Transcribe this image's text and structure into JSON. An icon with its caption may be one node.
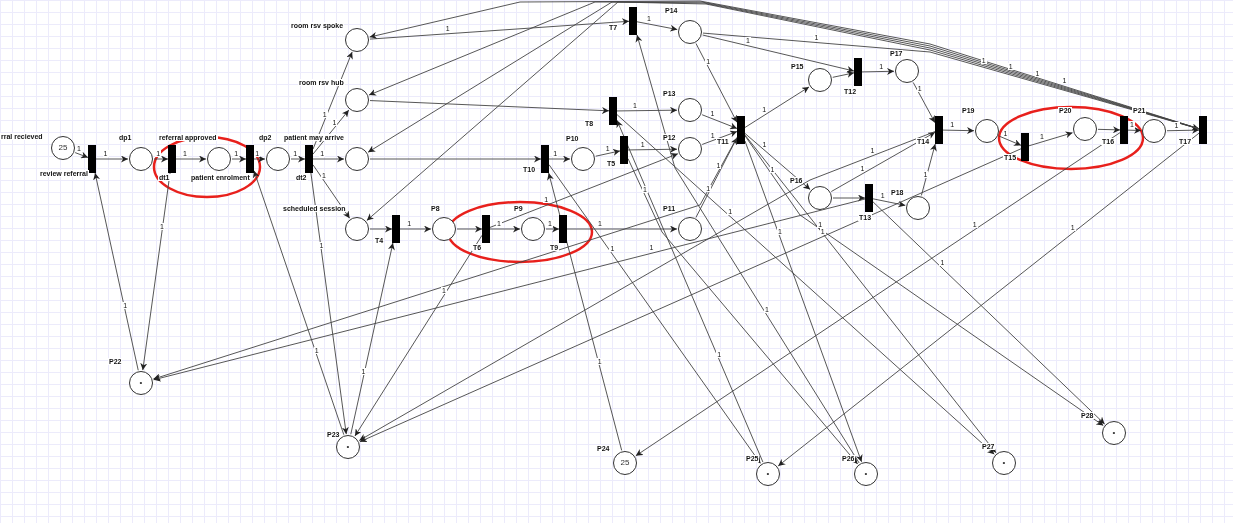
{
  "diagram": {
    "nodes": [
      {
        "text": [
          "25"
        ],
        "beside": [
          "rral recieved"
        ]
      },
      {
        "text": [],
        "shape": "bar",
        "beside": [
          "review referral"
        ]
      },
      {
        "text": [],
        "shape": "circle",
        "beside": [
          "dp1"
        ]
      },
      {
        "text": [],
        "shape": "bar",
        "beside": [
          "dt1"
        ]
      },
      {
        "text": [],
        "shape": "circle",
        "beside": [
          "referral approved"
        ]
      },
      {
        "text": [],
        "shape": "bar",
        "beside": [
          "patient enrolment"
        ]
      },
      {
        "text": [],
        "shape": "circle",
        "beside": [
          "dp2"
        ]
      },
      {
        "text": [],
        "shape": "bar",
        "beside": [
          "dt2"
        ]
      },
      {
        "text": [],
        "shape": "circle",
        "beside": [
          "patient may arrive"
        ]
      },
      {
        "text": [],
        "shape": "circle",
        "beside": [
          "room rsv spoke"
        ]
      },
      {
        "text": [],
        "shape": "circle",
        "beside": [
          "room rsv hub"
        ]
      },
      {
        "text": [],
        "shape": "circle",
        "beside": [
          "scheduled session"
        ]
      },
      {
        "text": [],
        "shape": "bar",
        "beside": [
          "T4"
        ]
      },
      {
        "text": [],
        "shape": "circle",
        "beside": [
          "P8"
        ]
      },
      {
        "text": [],
        "shape": "bar",
        "beside": [
          "T6"
        ]
      },
      {
        "text": [],
        "shape": "circle",
        "beside": [
          "P9"
        ]
      },
      {
        "text": [],
        "shape": "bar",
        "beside": [
          "T9"
        ]
      },
      {
        "text": [],
        "shape": "circle",
        "beside": [
          "P11"
        ]
      },
      {
        "text": [],
        "shape": "bar",
        "beside": [
          "T10"
        ]
      },
      {
        "text": [],
        "shape": "circle",
        "beside": [
          "P10"
        ]
      },
      {
        "text": [],
        "shape": "bar",
        "beside": [
          "T5"
        ]
      },
      {
        "text": [],
        "shape": "circle",
        "beside": [
          "P12"
        ]
      },
      {
        "text": [],
        "shape": "bar",
        "beside": [
          "T8"
        ]
      },
      {
        "text": [],
        "shape": "circle",
        "beside": [
          "P13"
        ]
      },
      {
        "text": [],
        "shape": "bar",
        "beside": [
          "T7"
        ]
      },
      {
        "text": [],
        "shape": "circle",
        "beside": [
          "P14"
        ]
      },
      {
        "text": [],
        "shape": "bar",
        "beside": [
          "T11"
        ]
      },
      {
        "text": [],
        "shape": "circle",
        "beside": [
          "P15"
        ]
      },
      {
        "text": [],
        "shape": "bar",
        "beside": [
          "T12"
        ]
      },
      {
        "text": [],
        "shape": "circle",
        "beside": [
          "P17"
        ]
      },
      {
        "text": [],
        "shape": "circle",
        "beside": [
          "P16"
        ]
      },
      {
        "text": [],
        "shape": "bar",
        "beside": [
          "T13"
        ]
      },
      {
        "text": [],
        "shape": "circle",
        "beside": [
          "P18"
        ]
      },
      {
        "text": [],
        "shape": "bar",
        "beside": [
          "T14"
        ]
      },
      {
        "text": [],
        "shape": "circle",
        "beside": [
          "P19"
        ]
      },
      {
        "text": [],
        "shape": "bar",
        "beside": [
          "T15"
        ]
      },
      {
        "text": [],
        "shape": "circle",
        "beside": [
          "P20"
        ]
      },
      {
        "text": [],
        "shape": "bar",
        "beside": [
          "T16"
        ]
      },
      {
        "text": [],
        "shape": "circle",
        "beside": [
          "P21"
        ]
      },
      {
        "text": [],
        "shape": "bar",
        "beside": [
          "T17"
        ]
      },
      {
        "text": [
          "•"
        ],
        "beside": [
          "P22"
        ]
      },
      {
        "text": [
          "•"
        ],
        "beside": [
          "P23"
        ]
      },
      {
        "text": [
          "25"
        ],
        "beside": [
          "P24"
        ]
      },
      {
        "text": [
          "•"
        ],
        "beside": [
          "P25"
        ]
      },
      {
        "text": [
          "•"
        ],
        "beside": [
          "P26"
        ]
      },
      {
        "text": [
          "•"
        ],
        "beside": [
          "P27"
        ]
      },
      {
        "text": [
          "•"
        ],
        "beside": [
          "P28"
        ]
      }
    ],
    "edges": [
      {
        "from": 0,
        "to": 1,
        "arrow": "to",
        "label": "1"
      },
      {
        "from": 1,
        "to": 2,
        "arrow": "to",
        "label": "1"
      },
      {
        "from": 2,
        "to": 3,
        "arrow": "to",
        "label": "1"
      },
      {
        "from": 3,
        "to": 4,
        "arrow": "to",
        "label": "1"
      },
      {
        "from": 4,
        "to": 5,
        "arrow": "to",
        "label": "1"
      },
      {
        "from": 5,
        "to": 6,
        "arrow": "to",
        "label": "1"
      },
      {
        "from": 6,
        "to": 7,
        "arrow": "to",
        "label": "1"
      },
      {
        "from": 7,
        "to": 8,
        "arrow": "to",
        "label": "1"
      },
      {
        "from": 7,
        "to": 9,
        "arrow": "to",
        "label": "1"
      },
      {
        "from": 7,
        "to": 10,
        "arrow": "to",
        "label": "1"
      },
      {
        "from": 7,
        "to": 11,
        "arrow": "to",
        "label": "1"
      },
      {
        "from": 11,
        "to": 12,
        "arrow": "to"
      },
      {
        "from": 12,
        "to": 13,
        "arrow": "to",
        "label": "1"
      },
      {
        "from": 13,
        "to": 14,
        "arrow": "to"
      },
      {
        "from": 14,
        "to": 15,
        "arrow": "to",
        "label": "1"
      },
      {
        "from": 15,
        "to": 16,
        "arrow": "to",
        "label": "1"
      },
      {
        "from": 16,
        "to": 17,
        "arrow": "to",
        "label": "1"
      },
      {
        "from": 8,
        "to": 18,
        "arrow": "to"
      },
      {
        "from": 18,
        "to": 19,
        "arrow": "to",
        "label": "1"
      },
      {
        "from": 19,
        "to": 20,
        "arrow": "to",
        "label": "1"
      },
      {
        "from": 20,
        "to": 21,
        "arrow": "to",
        "label": "1"
      },
      {
        "from": 10,
        "to": 22,
        "arrow": "to"
      },
      {
        "from": 22,
        "to": 23,
        "arrow": "to",
        "label": "1"
      },
      {
        "from": 9,
        "to": 24,
        "arrow": "to",
        "label": "1"
      },
      {
        "from": 24,
        "to": 25,
        "arrow": "to",
        "label": "1"
      },
      {
        "from": 25,
        "to": 26,
        "arrow": "to",
        "label": "1"
      },
      {
        "from": 23,
        "to": 26,
        "arrow": "to",
        "label": "1"
      },
      {
        "from": 21,
        "to": 26,
        "arrow": "to",
        "label": "1"
      },
      {
        "from": 17,
        "to": 26,
        "arrow": "to",
        "label": "1"
      },
      {
        "from": 26,
        "to": 27,
        "arrow": "to",
        "label": "1"
      },
      {
        "from": 27,
        "to": 28,
        "arrow": "to"
      },
      {
        "from": 25,
        "to": 28,
        "arrow": "to",
        "label": "1"
      },
      {
        "from": 28,
        "to": 29,
        "arrow": "to",
        "label": "1"
      },
      {
        "from": 29,
        "to": 33,
        "arrow": "to",
        "label": "1"
      },
      {
        "from": 26,
        "to": 30,
        "arrow": "to",
        "label": "1"
      },
      {
        "from": 30,
        "to": 31,
        "arrow": "to"
      },
      {
        "from": 31,
        "to": 32,
        "arrow": "to",
        "label": "1"
      },
      {
        "from": 32,
        "to": 33,
        "arrow": "to",
        "label": "1"
      },
      {
        "from": 30,
        "to": 33,
        "arrow": "to",
        "label": "1"
      },
      {
        "from": 33,
        "to": 34,
        "arrow": "to",
        "label": "1"
      },
      {
        "from": 34,
        "to": 35,
        "arrow": "to",
        "label": "1"
      },
      {
        "from": 35,
        "to": 36,
        "arrow": "to",
        "label": "1"
      },
      {
        "from": 36,
        "to": 37,
        "arrow": "to"
      },
      {
        "from": 37,
        "to": 38,
        "arrow": "to",
        "label": "1"
      },
      {
        "from": 38,
        "to": 39,
        "arrow": "to",
        "label": "1"
      },
      {
        "from": 25,
        "to": 39,
        "arrow": "to",
        "label": "1"
      },
      {
        "from": 39,
        "to": 9,
        "arrow": "to",
        "label": "1"
      },
      {
        "from": 39,
        "to": 10,
        "arrow": "to",
        "label": "1"
      },
      {
        "from": 39,
        "to": 8,
        "arrow": "to",
        "label": "1"
      },
      {
        "from": 39,
        "to": 11,
        "arrow": "to",
        "label": "1"
      },
      {
        "from": 40,
        "to": 1,
        "arrow": "to",
        "label": "1"
      },
      {
        "from": 3,
        "to": 40,
        "arrow": "to",
        "label": "1"
      },
      {
        "from": 26,
        "to": 40,
        "arrow": "to",
        "label": "1"
      },
      {
        "from": 31,
        "to": 40,
        "arrow": "to",
        "label": "1"
      },
      {
        "from": 41,
        "to": 5,
        "arrow": "to",
        "label": "1"
      },
      {
        "from": 7,
        "to": 41,
        "arrow": "to",
        "label": "1"
      },
      {
        "from": 41,
        "to": 12,
        "arrow": "to",
        "label": "1"
      },
      {
        "from": 14,
        "to": 41,
        "arrow": "to",
        "label": "1"
      },
      {
        "from": 33,
        "to": 41,
        "arrow": "to",
        "label": "1"
      },
      {
        "from": 35,
        "to": 41,
        "arrow": "to",
        "label": "1"
      },
      {
        "from": 42,
        "to": 18,
        "arrow": "to",
        "label": "1"
      },
      {
        "from": 37,
        "to": 42,
        "arrow": "to",
        "label": "1"
      },
      {
        "from": 43,
        "to": 22,
        "arrow": "to",
        "label": "1"
      },
      {
        "from": 18,
        "to": 43,
        "arrow": "to",
        "label": "1"
      },
      {
        "from": 39,
        "to": 43,
        "arrow": "to",
        "label": "1"
      },
      {
        "from": 20,
        "to": 44,
        "arrow": "to",
        "label": "1"
      },
      {
        "from": 26,
        "to": 44,
        "arrow": "to",
        "label": "1"
      },
      {
        "from": 44,
        "to": 24,
        "arrow": "to",
        "label": "1"
      },
      {
        "from": 26,
        "to": 45,
        "arrow": "to",
        "label": "1"
      },
      {
        "from": 22,
        "to": 45,
        "arrow": "to",
        "label": "1"
      },
      {
        "from": 26,
        "to": 46,
        "arrow": "to",
        "label": "1"
      },
      {
        "from": 31,
        "to": 46,
        "arrow": "to",
        "label": "1"
      },
      {
        "from": 14,
        "to": 21,
        "arrow": "to",
        "label": "1"
      }
    ]
  }
}
